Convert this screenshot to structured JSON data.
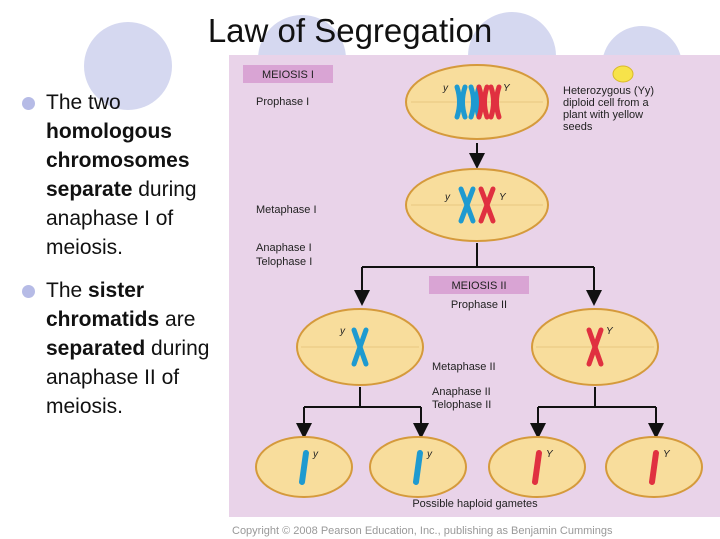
{
  "slide": {
    "title": "Law of Segregation",
    "bullet1": {
      "p1": "The two ",
      "b1": "homologous chromosomes separate",
      "p2": " during anaphase I of meiosis."
    },
    "bullet2": {
      "p1": "The ",
      "b1": "sister chromatids",
      "p2": " are ",
      "b2": "separated",
      "p3": " during anaphase II of meiosis."
    }
  },
  "figure": {
    "meiosis1_label": "MEIOSIS I",
    "meiosis2_label": "MEIOSIS II",
    "prophase1": "Prophase I",
    "metaphase1": "Metaphase I",
    "anaphase1": "Anaphase I",
    "telophase1": "Telophase I",
    "prophase2": "Prophase II",
    "metaphase2": "Metaphase II",
    "anaphase2": "Anaphase II",
    "telophase2": "Telophase II",
    "note_l1": "Heterozygous (Yy)",
    "note_l2": "diploid cell from a",
    "note_l3": "plant with yellow",
    "note_l4": "seeds",
    "gametes": "Possible haploid gametes",
    "allele_y": "y",
    "allele_Y": "Y"
  },
  "copyright": "Copyright © 2008 Pearson Education, Inc., publishing as Benjamin Cummings",
  "colors": {
    "background_panel": "#e9d3e9",
    "cell_fill": "#f8dd9c",
    "cell_border": "#d59a3c",
    "chromosome_blue": "#1e9ad0",
    "chromosome_red": "#e03040",
    "label_box": "#d9a4d4",
    "seed_yellow": "#f7e34a"
  }
}
